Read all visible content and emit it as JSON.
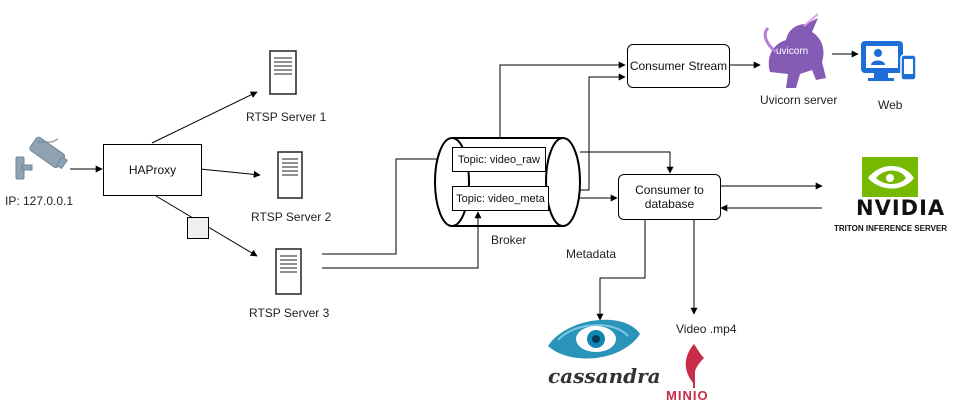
{
  "diagram": {
    "camera": {
      "label": "IP: 127.0.0.1"
    },
    "haproxy": {
      "label": "HAProxy"
    },
    "servers": [
      {
        "label": "RTSP Server 1"
      },
      {
        "label": "RTSP Server 2"
      },
      {
        "label": "RTSP Server 3"
      }
    ],
    "broker": {
      "label": "Broker",
      "topics": [
        {
          "label": "Topic: video_raw"
        },
        {
          "label": "Topic: video_meta"
        }
      ]
    },
    "consumer_stream": {
      "label": "Consumer Stream"
    },
    "consumer_db": {
      "label": "Consumer to database"
    },
    "uvicorn": {
      "label": "Uvicorn server",
      "logo_text": "uvicorn"
    },
    "web": {
      "label": "Web"
    },
    "nvidia": {
      "word": "NVIDIA",
      "sub": "TRITON INFERENCE SERVER"
    },
    "metadata_label": "Metadata",
    "video_label": "Video .mp4",
    "cassandra": {
      "word": "cassandra"
    },
    "minio": {
      "word": "MINIO"
    },
    "colors": {
      "camera": "#8fa3b3",
      "web": "#1e6ed8",
      "nvidia_green": "#76b900",
      "cassandra_blue": "#1287b1",
      "minio_red": "#c72c48",
      "uvicorn_purple": "#6e3fa8"
    }
  }
}
